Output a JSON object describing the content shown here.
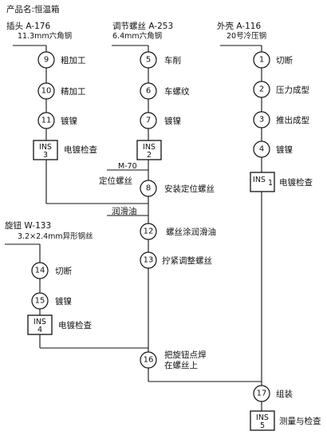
{
  "product_label": "产品名:恒温箱",
  "columns": {
    "plug": {
      "title": "插头  A-176",
      "spec": "11.3mm六角钢"
    },
    "screw": {
      "title": "调节螺丝  A-253",
      "spec": "6.4mm六角钢"
    },
    "shell": {
      "title": "外壳 A-116",
      "spec": "20号冷压钢"
    }
  },
  "knob": {
    "title": "旋钮 W-133",
    "spec": "3.2×2.4mm异形钢丝"
  },
  "m70": {
    "code": "M-70",
    "label": "定位螺丝"
  },
  "lube": {
    "label": "润滑油"
  },
  "ops": [
    {
      "num": "9",
      "label": "粗加工"
    },
    {
      "num": "10",
      "label": "精加工"
    },
    {
      "num": "11",
      "label": "镀镍"
    },
    {
      "num": "5",
      "label": "车削"
    },
    {
      "num": "6",
      "label": "车螺纹"
    },
    {
      "num": "7",
      "label": "镀镍"
    },
    {
      "num": "1",
      "label": "切断"
    },
    {
      "num": "2",
      "label": "压力成型"
    },
    {
      "num": "3",
      "label": "推出成型"
    },
    {
      "num": "4",
      "label": "镀镍"
    },
    {
      "num": "8",
      "label": "安装定位螺丝"
    },
    {
      "num": "12",
      "label": "螺丝涂润滑油"
    },
    {
      "num": "13",
      "label": "拧紧调整螺丝"
    },
    {
      "num": "14",
      "label": "切断"
    },
    {
      "num": "15",
      "label": "镀镍"
    },
    {
      "num": "16",
      "label": "把旋钮点焊",
      "label2": "在螺丝上"
    },
    {
      "num": "17",
      "label": "组装"
    }
  ],
  "inspections": [
    {
      "code": "INS",
      "num": "3",
      "label": "电镀检查"
    },
    {
      "code": "INS",
      "num": "2",
      "label": ""
    },
    {
      "code": "INS",
      "num": "1",
      "label": "电镀检查"
    },
    {
      "code": "INS",
      "num": "4",
      "label": "电镀检查"
    },
    {
      "code": "INS",
      "num": "5",
      "label": "测量与检查"
    }
  ]
}
